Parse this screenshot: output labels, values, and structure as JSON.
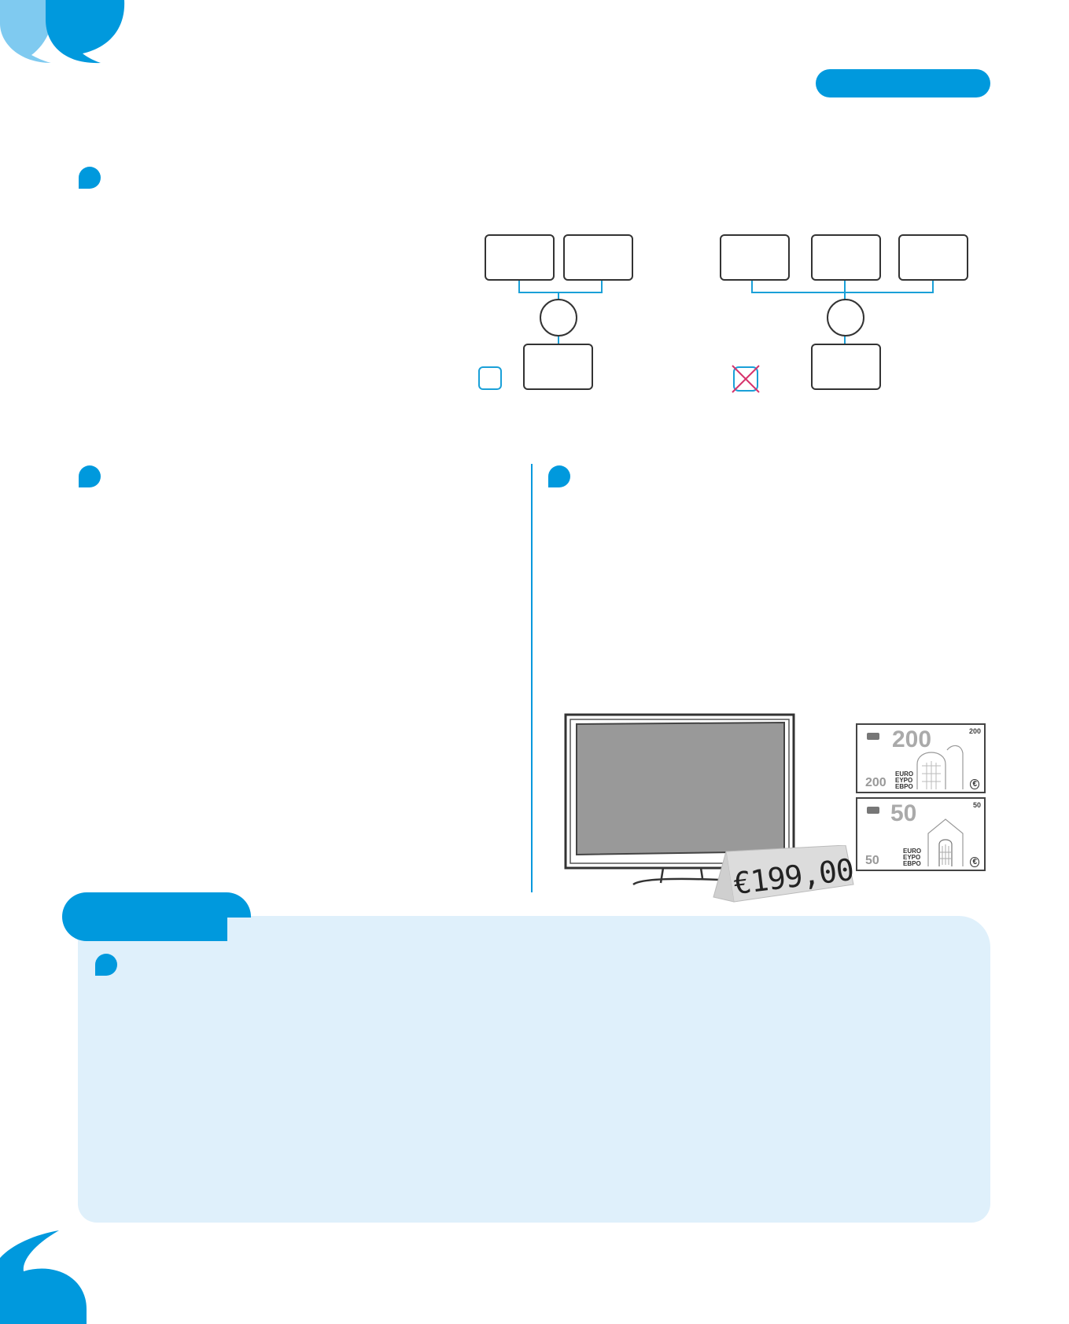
{
  "page": {
    "accent": "#0099dd",
    "light_panel": "#dff0fb",
    "quote_light": "#7fcaf0"
  },
  "tv_illustration": {
    "price_tag": "€199,00"
  },
  "banknotes": [
    {
      "value_large": "200",
      "value_small": "200",
      "corner": "200",
      "currency_words": [
        "EURO",
        "EYPO",
        "EBPO"
      ],
      "symbol": "€"
    },
    {
      "value_large": "50",
      "value_small": "50",
      "corner": "50",
      "currency_words": [
        "EURO",
        "EYPO",
        "EBPO"
      ],
      "symbol": "€"
    }
  ],
  "icons": {
    "checkbox_empty": "checkbox-empty-icon",
    "checkbox_crossed": "checkbox-crossed-icon"
  }
}
